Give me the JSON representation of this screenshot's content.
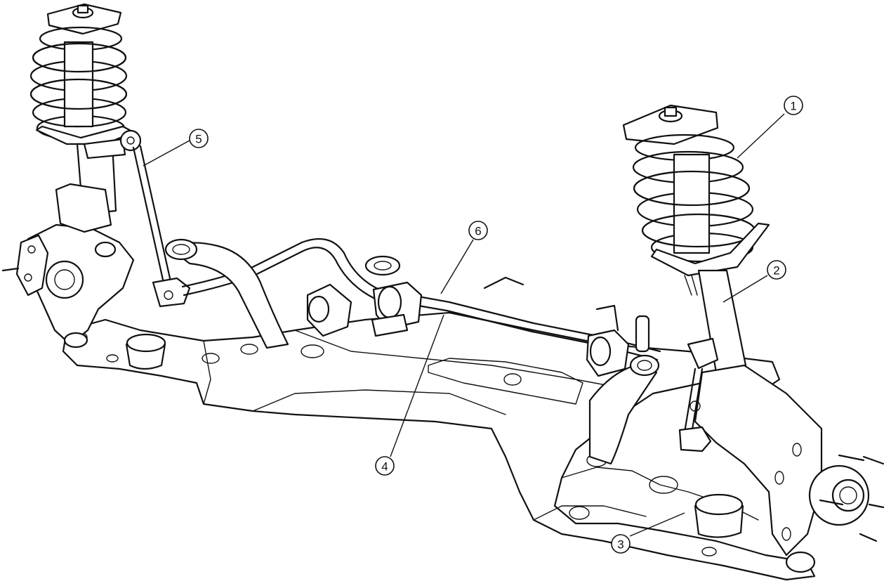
{
  "diagram": {
    "callouts": [
      {
        "id": "1",
        "label": "1"
      },
      {
        "id": "2",
        "label": "2"
      },
      {
        "id": "3",
        "label": "3"
      },
      {
        "id": "4",
        "label": "4"
      },
      {
        "id": "5",
        "label": "5"
      },
      {
        "id": "6",
        "label": "6"
      }
    ]
  },
  "colors": {
    "line": "#111111",
    "background": "#ffffff"
  }
}
